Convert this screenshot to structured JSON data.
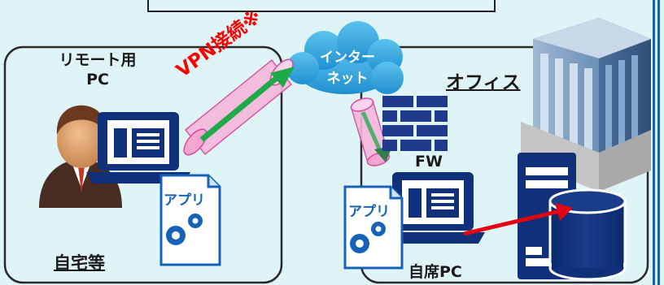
{
  "home": {
    "remote_pc_label_line1": "リモート用",
    "remote_pc_label_line2": "PC",
    "location_label": "自宅等",
    "app_label": "アプリ"
  },
  "vpn": {
    "label": "VPN接続※"
  },
  "internet": {
    "label_line1": "インター",
    "label_line2": "ネット"
  },
  "office": {
    "label": "オフィス",
    "firewall_label": "FW",
    "desk_pc_label": "自席PC",
    "app_label": "アプリ"
  },
  "colors": {
    "background": "#dff4f7",
    "cloud": "#29a3dc",
    "pc_blue": "#10307a",
    "vpn_red": "#ff0000",
    "tunnel_pink": "#f4a6d0",
    "arrow_green": "#1faa4a",
    "arrow_red": "#e50012"
  }
}
